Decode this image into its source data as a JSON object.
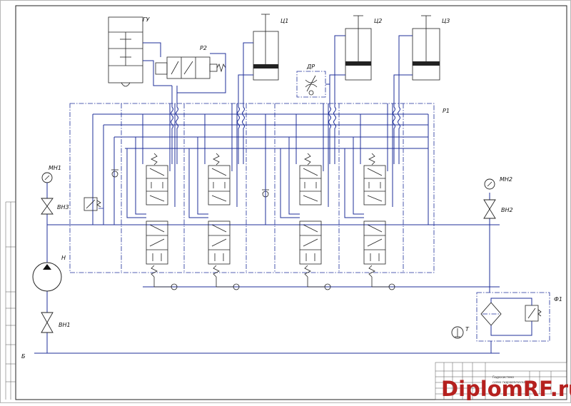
{
  "labels": {
    "gu": "ГУ",
    "ts1": "Ц1",
    "ts2": "Ц2",
    "ts3": "Ц3",
    "r2": "Р2",
    "dr": "ДР",
    "r1": "Р1",
    "mn1": "МН1",
    "vn3": "ВН3",
    "n": "Н",
    "vn1": "ВН1",
    "mn2": "МН2",
    "vn2": "ВН2",
    "f1": "Ф1",
    "t": "Т",
    "b": "Б"
  },
  "title_block": {
    "line1": "Гидросистема",
    "line2": "схема гидравлическая"
  },
  "watermark": "DiplomRF.ru",
  "colors": {
    "lines": "#1f2f9a",
    "watermark": "#b5201e"
  }
}
